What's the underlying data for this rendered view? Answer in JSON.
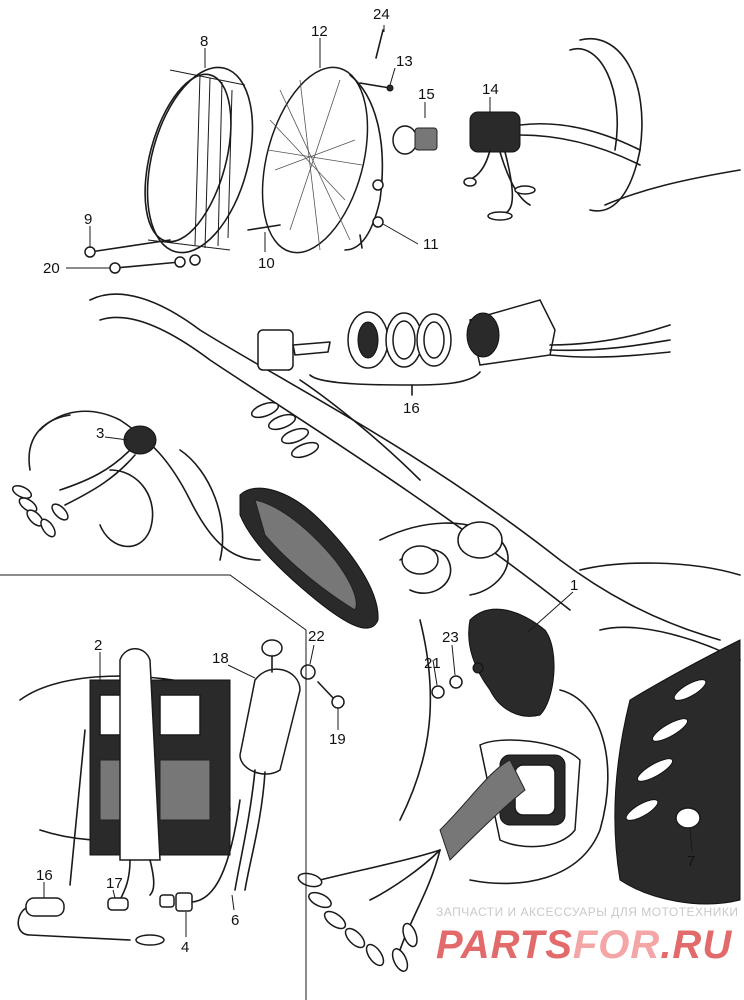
{
  "part_numbers": {
    "p1": "1",
    "p2": "2",
    "p3": "3",
    "p4": "4",
    "p6": "6",
    "p7": "7",
    "p8": "8",
    "p9": "9",
    "p10": "10",
    "p11": "11",
    "p12": "12",
    "p13": "13",
    "p14": "14",
    "p15": "15",
    "p16a": "16",
    "p16b": "16",
    "p17": "17",
    "p18": "18",
    "p19": "19",
    "p20": "20",
    "p21": "21",
    "p22": "22",
    "p23": "23",
    "p24": "24"
  },
  "watermark": {
    "tagline": "ЗАПЧАСТИ И АКСЕССУАРЫ ДЛЯ МОТОТЕХНИКИ",
    "logo_part1": "PARTS",
    "logo_part2": "FOR",
    "logo_part3": ".RU",
    "logo_color": "#e36a6a",
    "logo_accent_color": "#f4a6a6"
  }
}
